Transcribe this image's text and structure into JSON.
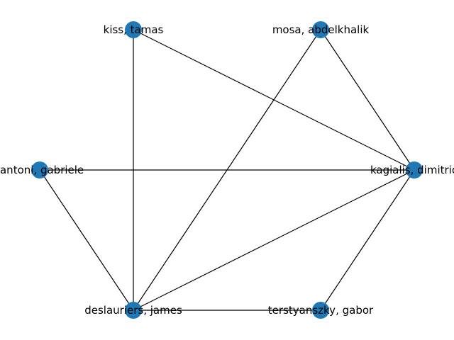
{
  "nodes": [
    {
      "id": "kiss",
      "label": "kiss, tamas"
    },
    {
      "id": "mosa",
      "label": "mosa, abdelkhalik"
    },
    {
      "id": "rantoni",
      "label": "rantoni, gabriele"
    },
    {
      "id": "kagialis",
      "label": "kagialis, dimitrio"
    },
    {
      "id": "deslauriers",
      "label": "deslauriers, james"
    },
    {
      "id": "terstyanszky",
      "label": "terstyanszky, gabor"
    }
  ],
  "edges": [
    [
      "kiss",
      "kagialis"
    ],
    [
      "kiss",
      "deslauriers"
    ],
    [
      "mosa",
      "kagialis"
    ],
    [
      "mosa",
      "deslauriers"
    ],
    [
      "rantoni",
      "kagialis"
    ],
    [
      "rantoni",
      "deslauriers"
    ],
    [
      "kagialis",
      "deslauriers"
    ],
    [
      "kagialis",
      "terstyanszky"
    ],
    [
      "deslauriers",
      "terstyanszky"
    ]
  ],
  "colors": {
    "node": "#1f77b4",
    "edge": "#000000",
    "label": "#000000"
  }
}
